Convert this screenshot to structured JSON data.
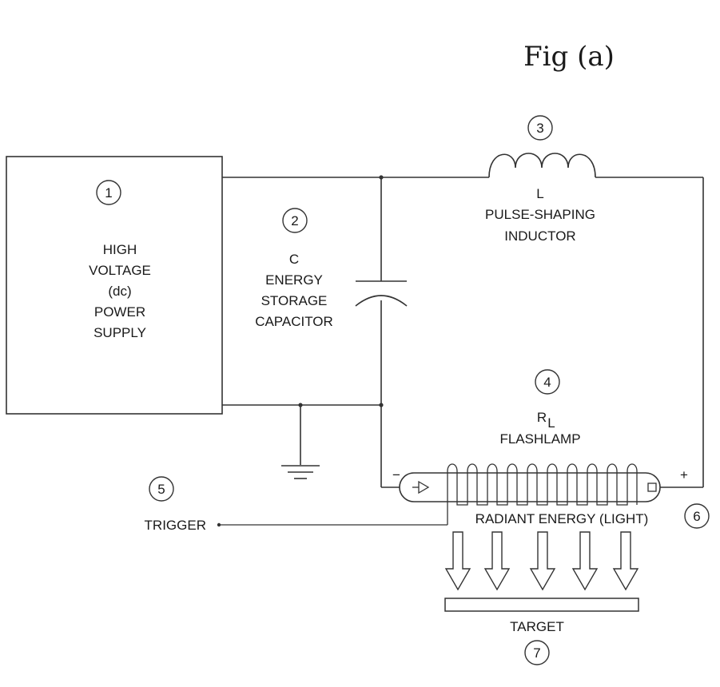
{
  "figure_label": "Fig (a)",
  "components": {
    "power_supply": {
      "number": "1",
      "lines": [
        "HIGH",
        "VOLTAGE",
        "(dc)",
        "POWER",
        "SUPPLY"
      ]
    },
    "capacitor": {
      "number": "2",
      "lines": [
        "C",
        "ENERGY",
        "STORAGE",
        "CAPACITOR"
      ]
    },
    "inductor": {
      "number": "3",
      "lines": [
        "L",
        "PULSE-SHAPING",
        "INDUCTOR"
      ]
    },
    "flashlamp": {
      "number": "4",
      "symbol": "R",
      "subscript": "L",
      "name": "FLASHLAMP"
    },
    "trigger": {
      "number": "5",
      "label": "TRIGGER"
    },
    "radiant_energy": {
      "number": "6",
      "label": "RADIANT ENERGY (LIGHT)"
    },
    "target": {
      "number": "7",
      "label": "TARGET"
    }
  },
  "polarity": {
    "negative": "−",
    "positive": "+"
  }
}
